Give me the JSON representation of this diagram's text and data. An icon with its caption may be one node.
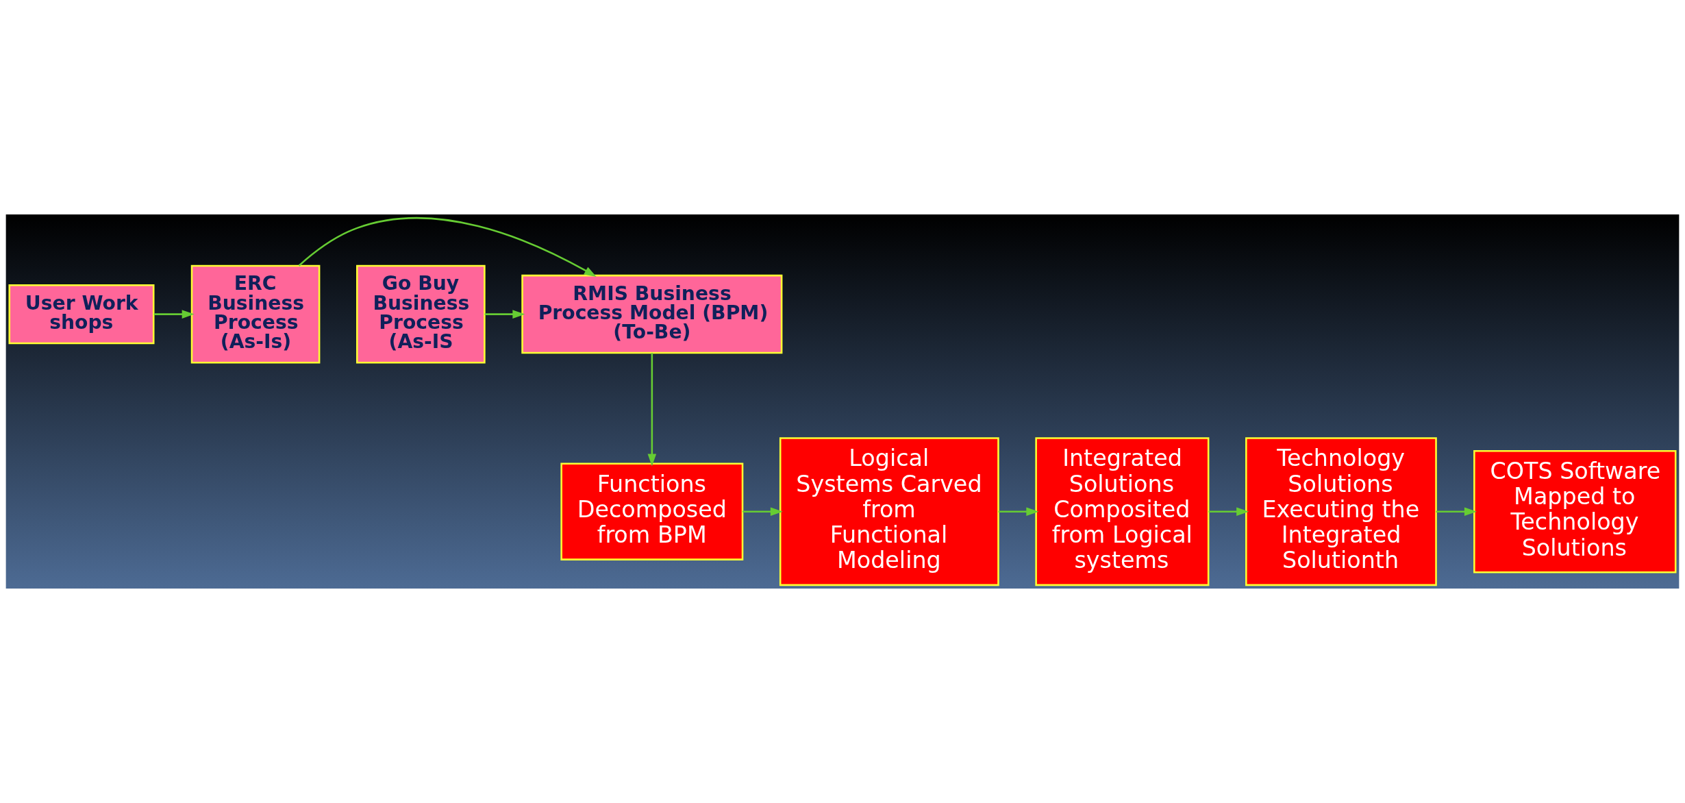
{
  "diagram": {
    "nodes": [
      {
        "text": [
          "User Work shops"
        ]
      },
      {
        "text": [
          "ERC Business Process (As-Is)"
        ]
      },
      {
        "text": [
          "Go Buy Business Process (As-IS"
        ]
      },
      {
        "text": [
          "RMIS Business Process Model (BPM) (To-Be)"
        ]
      },
      {
        "text": [
          "Functions Decomposed from BPM"
        ]
      },
      {
        "text": [
          "Logical Systems Carved from Functional Modeling"
        ]
      },
      {
        "text": [
          "Integrated Solutions Composited from Logical systems"
        ]
      },
      {
        "text": [
          "Technology Solutions Executing the Integrated Solutionth"
        ]
      },
      {
        "text": [
          "COTS Software Mapped to Technology Solutions"
        ]
      }
    ],
    "edges": [
      {
        "from": 0,
        "to": 1,
        "arrow": "to"
      },
      {
        "from": 1,
        "to": 3,
        "arrow": "to"
      },
      {
        "from": 2,
        "to": 3,
        "arrow": "to"
      },
      {
        "from": 3,
        "to": 4,
        "arrow": "to"
      },
      {
        "from": 4,
        "to": 5,
        "arrow": "to"
      },
      {
        "from": 5,
        "to": 6,
        "arrow": "to"
      },
      {
        "from": 6,
        "to": 7,
        "arrow": "to"
      },
      {
        "from": 7,
        "to": 8,
        "arrow": "to"
      }
    ]
  }
}
